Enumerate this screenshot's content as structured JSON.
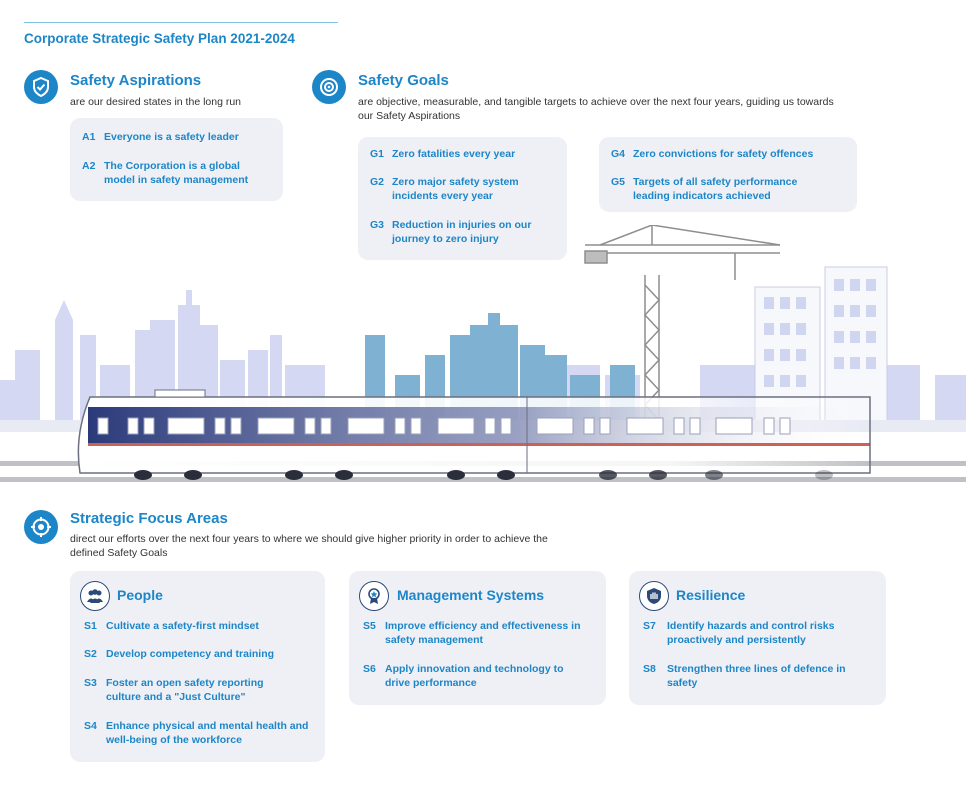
{
  "title": "Corporate Strategic Safety Plan 2021-2024",
  "aspirations": {
    "heading": "Safety Aspirations",
    "subtitle": "are our desired states in the long run",
    "items": [
      {
        "code": "A1",
        "text": "Everyone is a safety leader"
      },
      {
        "code": "A2",
        "text": "The Corporation is a global model in safety management"
      }
    ]
  },
  "goals": {
    "heading": "Safety Goals",
    "subtitle": "are objective, measurable, and tangible targets to achieve over the next four years, guiding us towards our Safety Aspirations",
    "left_items": [
      {
        "code": "G1",
        "text": "Zero fatalities every year"
      },
      {
        "code": "G2",
        "text": "Zero major safety system incidents every year"
      },
      {
        "code": "G3",
        "text": "Reduction in injuries on our journey to zero injury"
      }
    ],
    "right_items": [
      {
        "code": "G4",
        "text": "Zero convictions for safety offences"
      },
      {
        "code": "G5",
        "text": "Targets of all safety performance leading indicators achieved"
      }
    ]
  },
  "focus": {
    "heading": "Strategic Focus Areas",
    "subtitle": "direct our efforts over the next four years to where we should give higher priority in order to achieve the defined Safety Goals",
    "cards": [
      {
        "title": "People",
        "items": [
          {
            "code": "S1",
            "text": "Cultivate a safety-first mindset"
          },
          {
            "code": "S2",
            "text": "Develop competency and training"
          },
          {
            "code": "S3",
            "text": "Foster an open safety reporting culture and a \"Just Culture\""
          },
          {
            "code": "S4",
            "text": "Enhance physical and mental health and well-being of the workforce"
          }
        ]
      },
      {
        "title": "Management Systems",
        "items": [
          {
            "code": "S5",
            "text": "Improve efficiency and effectiveness in safety management"
          },
          {
            "code": "S6",
            "text": "Apply innovation and technology to drive performance"
          }
        ]
      },
      {
        "title": "Resilience",
        "items": [
          {
            "code": "S7",
            "text": "Identify hazards and control risks proactively and persistently"
          },
          {
            "code": "S8",
            "text": "Strengthen three lines of defence in safety"
          }
        ]
      }
    ]
  },
  "colors": {
    "accent": "#1d86c8",
    "box": "#eef0f5",
    "train_band": "#2b3a7a",
    "skyline": "#d4d8f2"
  }
}
